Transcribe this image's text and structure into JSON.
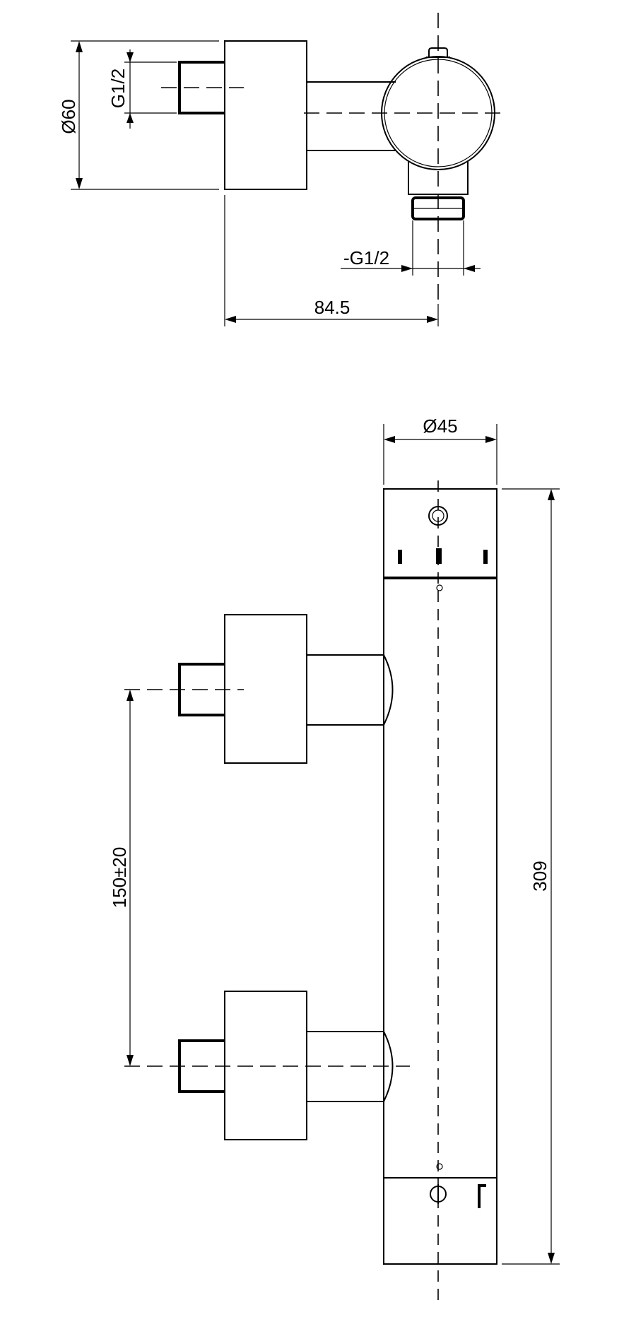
{
  "dimensions": {
    "pipe_diameter": "Ø60",
    "inlet_thread": "G1/2",
    "outlet_thread": "-G1/2",
    "depth": "84.5",
    "body_diameter": "Ø45",
    "inlet_spacing": "150±20",
    "total_length": "309"
  }
}
